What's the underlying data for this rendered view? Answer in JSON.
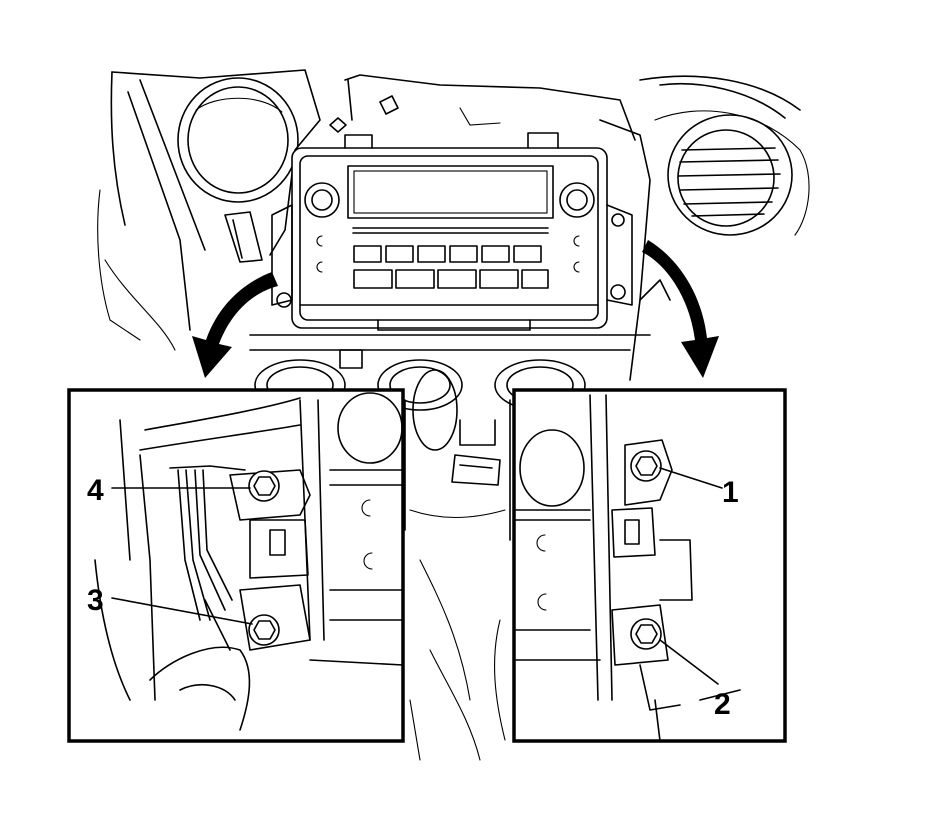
{
  "callouts": [
    {
      "id": "1",
      "label": "1"
    },
    {
      "id": "2",
      "label": "2"
    },
    {
      "id": "3",
      "label": "3"
    },
    {
      "id": "4",
      "label": "4"
    }
  ],
  "colors": {
    "line": "#000000",
    "background": "#ffffff"
  }
}
